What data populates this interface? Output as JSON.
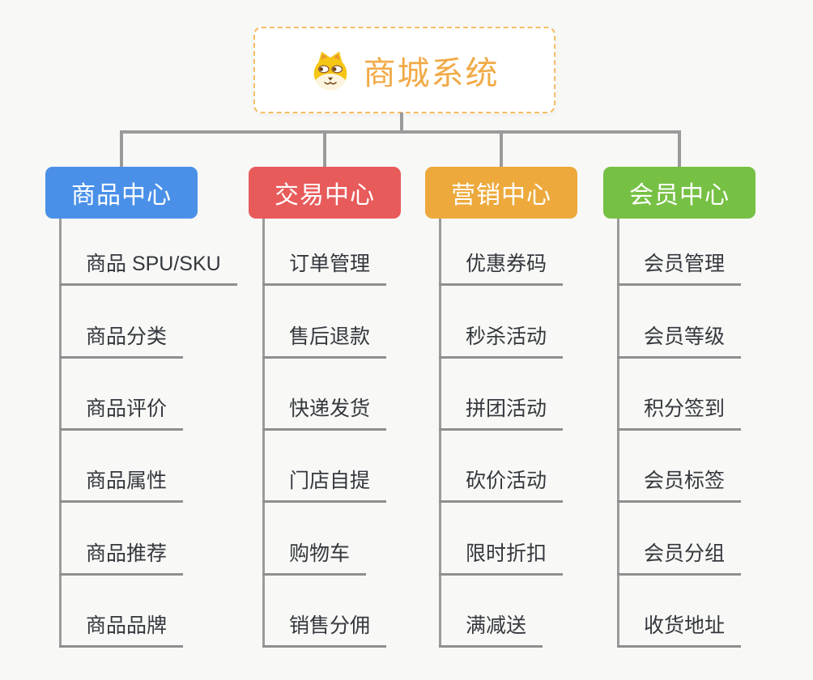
{
  "canvas": {
    "background_color": "#f8f8f6",
    "connector_color": "#9a9a9a",
    "child_text_color": "#34383d"
  },
  "root": {
    "label": "商城系统",
    "icon": "shiba-dog-icon",
    "text_color": "#f1aa46",
    "border_color": "#f5bd62",
    "background": "#ffffff"
  },
  "branches": [
    {
      "label": "商品中心",
      "color": "#4a90e8",
      "text_color": "#ffffff",
      "children": [
        "商品 SPU/SKU",
        "商品分类",
        "商品评价",
        "商品属性",
        "商品推荐",
        "商品品牌"
      ]
    },
    {
      "label": "交易中心",
      "color": "#e85b5b",
      "text_color": "#ffffff",
      "children": [
        "订单管理",
        "售后退款",
        "快递发货",
        "门店自提",
        "购物车",
        "销售分佣"
      ]
    },
    {
      "label": "营销中心",
      "color": "#eda93c",
      "text_color": "#ffffff",
      "children": [
        "优惠券码",
        "秒杀活动",
        "拼团活动",
        "砍价活动",
        "限时折扣",
        "满减送"
      ]
    },
    {
      "label": "会员中心",
      "color": "#76c044",
      "text_color": "#ffffff",
      "children": [
        "会员管理",
        "会员等级",
        "积分签到",
        "会员标签",
        "会员分组",
        "收货地址"
      ]
    }
  ]
}
